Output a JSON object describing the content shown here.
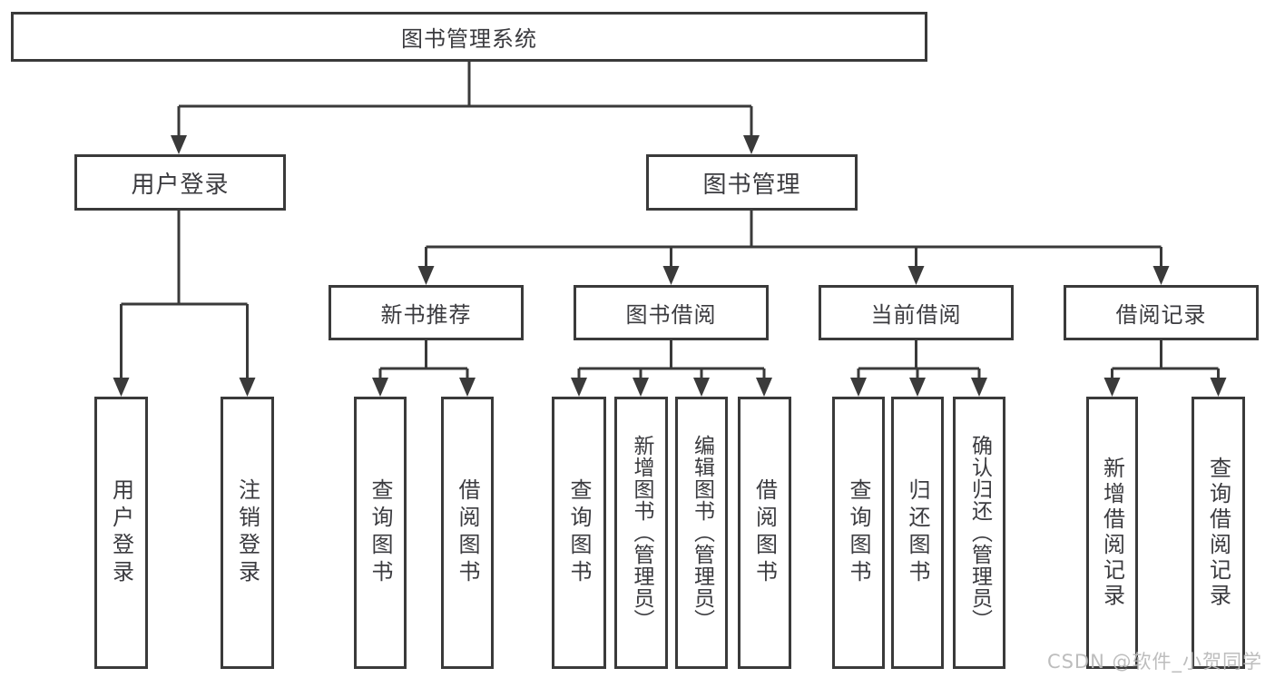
{
  "tree": {
    "label": "图书管理系统",
    "children": [
      {
        "label": "用户登录",
        "children": [
          {
            "label": "用户登录"
          },
          {
            "label": "注销登录"
          }
        ]
      },
      {
        "label": "图书管理",
        "children": [
          {
            "label": "新书推荐",
            "children": [
              {
                "label": "查询图书"
              },
              {
                "label": "借阅图书"
              }
            ]
          },
          {
            "label": "图书借阅",
            "children": [
              {
                "label": "查询图书"
              },
              {
                "label": "新增图书（管理员）"
              },
              {
                "label": "编辑图书（管理员）"
              },
              {
                "label": "借阅图书"
              }
            ]
          },
          {
            "label": "当前借阅",
            "children": [
              {
                "label": "查询图书"
              },
              {
                "label": "归还图书"
              },
              {
                "label": "确认归还（管理员）"
              }
            ]
          },
          {
            "label": "借阅记录",
            "children": [
              {
                "label": "新增借阅记录"
              },
              {
                "label": "查询借阅记录"
              }
            ]
          }
        ]
      }
    ]
  },
  "watermark": "CSDN @软件_小贺同学",
  "colors": {
    "line": "#3a3a3a",
    "text": "#3b3b3f",
    "watermark": "#b9b9b9",
    "background": "#ffffff"
  }
}
